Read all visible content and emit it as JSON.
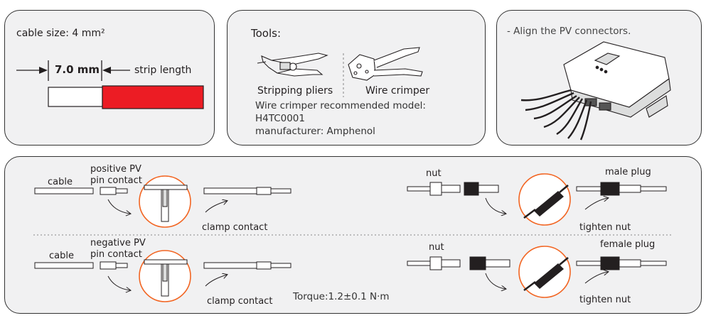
{
  "cable_panel": {
    "cable_size": "cable size: 4 mm²",
    "strip_value": "7.0 mm",
    "strip_label": "strip length",
    "insulation_color": "#ec1c24"
  },
  "tools_panel": {
    "title": "Tools:",
    "tool1": "Stripping pliers",
    "tool2": "Wire crimper",
    "note1": "Wire crimper recommended model:",
    "note2": "H4TC0001",
    "note3": "manufacturer: Amphenol"
  },
  "align_panel": {
    "instruction": "- Align the PV connectors."
  },
  "assembly_panel": {
    "positive": {
      "cable": "cable",
      "contact_line1": "positive PV",
      "contact_line2": "pin contact",
      "clamp": "clamp contact",
      "nut": "nut",
      "plug": "male plug",
      "tighten": "tighten nut"
    },
    "negative": {
      "cable": "cable",
      "contact_line1": "negative PV",
      "contact_line2": "pin contact",
      "clamp": "clamp contact",
      "nut": "nut",
      "plug": "female plug",
      "tighten": "tighten nut"
    },
    "torque": "Torque:1.2±0.1 N·m",
    "highlight_color": "#f26522"
  }
}
